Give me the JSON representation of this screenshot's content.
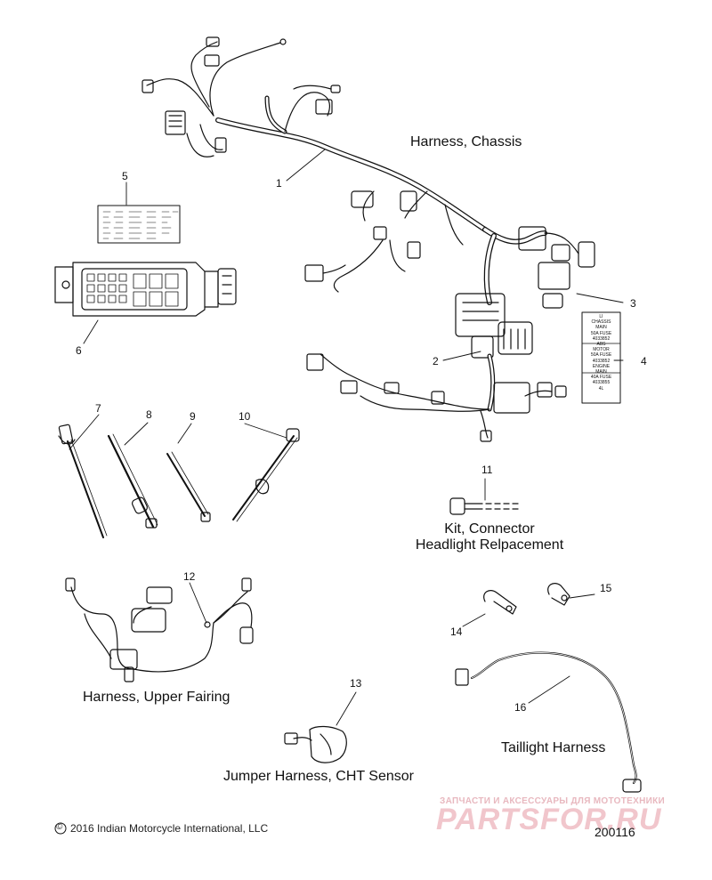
{
  "captions": {
    "harness_chassis": "Harness, Chassis",
    "kit_connector_line1": "Kit, Connector",
    "kit_connector_line2": "Headlight Relpacement",
    "harness_upper_fairing": "Harness, Upper Fairing",
    "jumper_harness": "Jumper Harness, CHT Sensor",
    "taillight_harness": "Taillight Harness"
  },
  "callouts": [
    "1",
    "2",
    "3",
    "4",
    "5",
    "6",
    "7",
    "8",
    "9",
    "10",
    "11",
    "12",
    "13",
    "14",
    "15",
    "16"
  ],
  "labels": {
    "fuse_label": [
      "LI",
      "CHASSIS",
      "MAIN",
      "50A FUSE",
      "4033852",
      "ABS",
      "MOTOR",
      "50A FUSE",
      "4033852",
      "ENGINE",
      "MAIN",
      "40A FUSE",
      "4033855",
      "4L"
    ]
  },
  "footer": {
    "copyright_symbol": "©",
    "copyright_text": "2016 Indian Motorcycle International, LLC",
    "document_id": "200116"
  },
  "watermark": {
    "top_text": "ЗАПЧАСТИ И АКСЕССУАРЫ ДЛЯ МОТОТЕХНИКИ",
    "main_text": "PARTSFOR.RU"
  },
  "colors": {
    "line": "#111111",
    "watermark": "#f1c6cc"
  }
}
